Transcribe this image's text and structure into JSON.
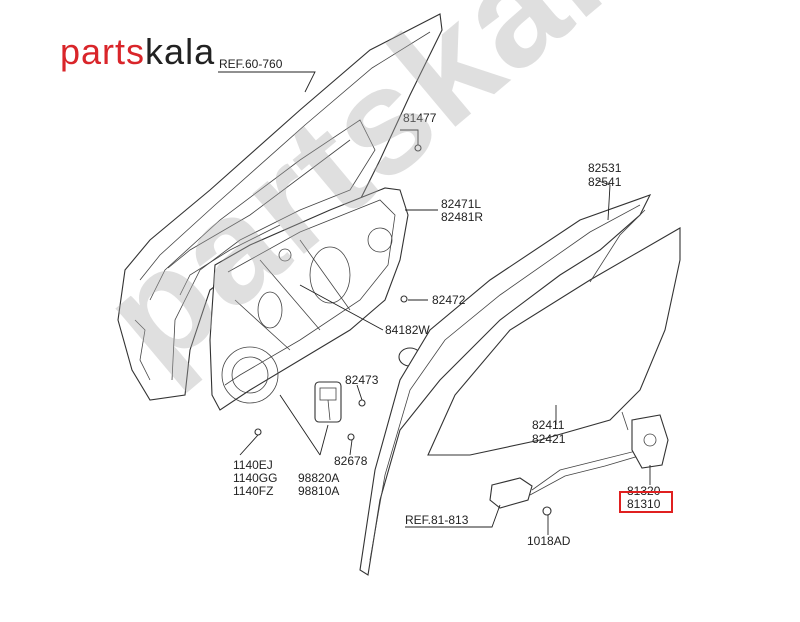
{
  "logo": {
    "part1": "parts",
    "part2": "kala"
  },
  "watermark": "partskala.ir",
  "colors": {
    "logo_red": "#d9252a",
    "highlight": "#e02020"
  },
  "labels": {
    "ref_60_760": "REF.60-760",
    "p81477": "81477",
    "p82531": "82531",
    "p82541": "82541",
    "p82471L": "82471L",
    "p82481R": "82481R",
    "p82472": "82472",
    "p84182W": "84182W",
    "p82473": "82473",
    "p82411": "82411",
    "p82421": "82421",
    "p1140EJ": "1140EJ",
    "p1140GG": "1140GG",
    "p1140FZ": "1140FZ",
    "p98820A": "98820A",
    "p98810A": "98810A",
    "p82678": "82678",
    "p81320": "81320",
    "p81310": "81310",
    "ref_81_813": "REF.81-813",
    "p1018AD": "1018AD"
  }
}
